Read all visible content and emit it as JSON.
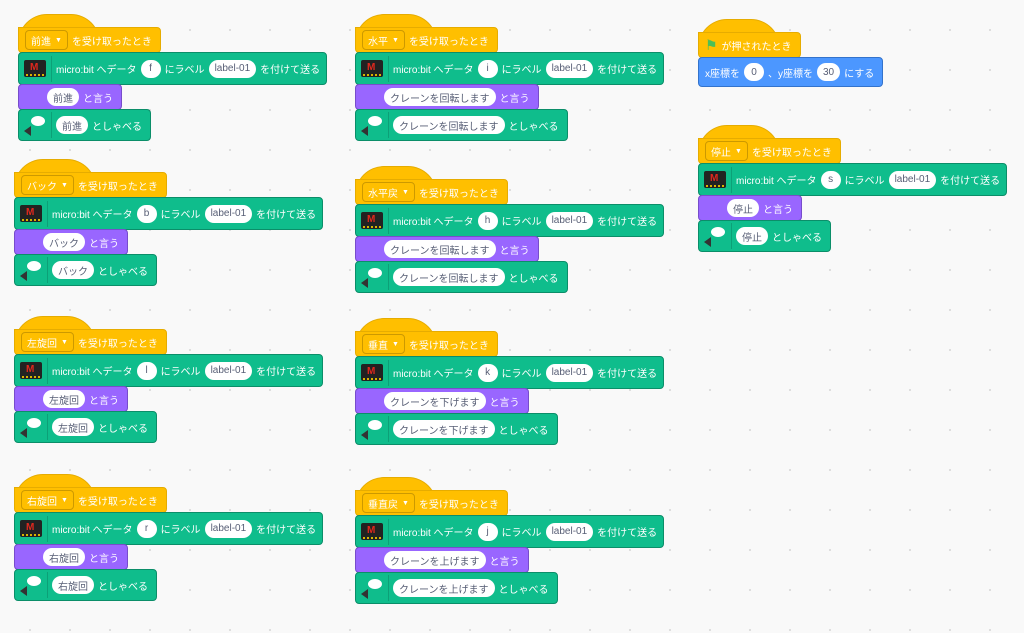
{
  "common": {
    "receive_suffix": "を受け取ったとき",
    "microbit_prefix": "micro:bit へデータ",
    "label_text": "にラベル",
    "send_suffix": "を付けて送る",
    "say_suffix": "と言う",
    "speak_suffix": "としゃべる"
  },
  "flag_script": {
    "hat_label": "が押されたとき",
    "x_label": "x座標を",
    "x_value": "0",
    "y_label": "、y座標を",
    "y_value": "30",
    "suffix": "にする"
  },
  "scripts": [
    {
      "message": "前進",
      "data": "f",
      "label": "label-01",
      "say": "前進",
      "speak": "前進"
    },
    {
      "message": "バック",
      "data": "b",
      "label": "label-01",
      "say": "バック",
      "speak": "バック"
    },
    {
      "message": "左旋回",
      "data": "l",
      "label": "label-01",
      "say": "左旋回",
      "speak": "左旋回"
    },
    {
      "message": "右旋回",
      "data": "r",
      "label": "label-01",
      "say": "右旋回",
      "speak": "右旋回"
    },
    {
      "message": "水平",
      "data": "i",
      "label": "label-01",
      "say": "クレーンを回転します",
      "speak": "クレーンを回転します"
    },
    {
      "message": "水平戻",
      "data": "h",
      "label": "label-01",
      "say": "クレーンを回転します",
      "speak": "クレーンを回転します"
    },
    {
      "message": "垂直",
      "data": "k",
      "label": "label-01",
      "say": "クレーンを下げます",
      "speak": "クレーンを下げます"
    },
    {
      "message": "垂直戻",
      "data": "j",
      "label": "label-01",
      "say": "クレーンを上げます",
      "speak": "クレーンを上げます"
    },
    {
      "message": "停止",
      "data": "s",
      "label": "label-01",
      "say": "停止",
      "speak": "停止"
    }
  ],
  "colors": {
    "events": "#ffbf00",
    "extension": "#0fbd8c",
    "looks": "#9966ff",
    "motion": "#4c97ff"
  }
}
